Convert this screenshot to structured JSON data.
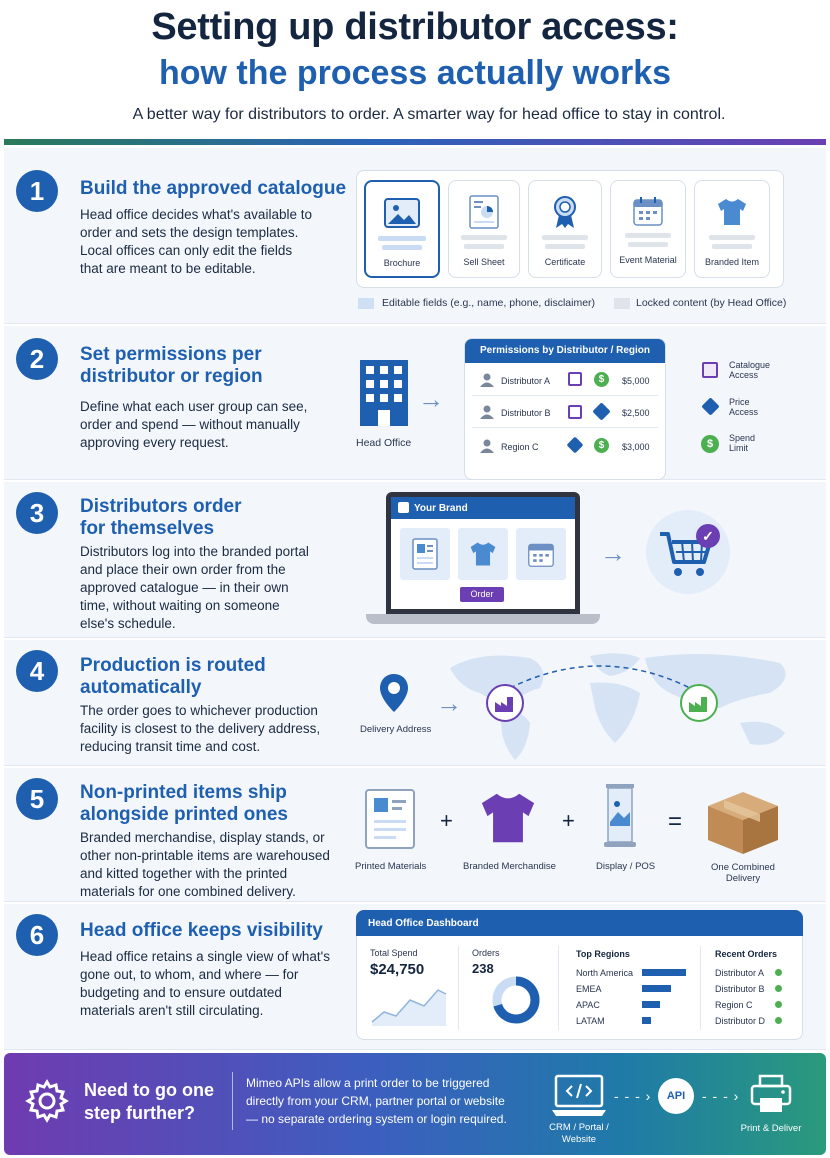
{
  "header": {
    "title": "Setting up distributor access:",
    "subtitle": "how the process actually works",
    "tagline": "A better way for distributors to order. A smarter way for head office to stay in control."
  },
  "colors": {
    "primary": "#1f5fb0",
    "navy": "#14253f",
    "purple": "#6b3fb3",
    "green": "#4caf50"
  },
  "steps": [
    {
      "number": "1",
      "title_lines": [
        "Build the approved catalogue"
      ],
      "body_lines": [
        "Head office decides what's available to",
        "order and sets the design templates.",
        "Local offices can only edit the fields",
        "that are meant to be editable."
      ],
      "items": [
        {
          "label": "Brochure",
          "icon": "image-icon"
        },
        {
          "label": "Sell Sheet",
          "icon": "chart-document-icon"
        },
        {
          "label": "Certificate",
          "icon": "award-ribbon-icon"
        },
        {
          "label": "Event Material",
          "icon": "calendar-icon"
        },
        {
          "label": "Branded Item",
          "icon": "tshirt-icon"
        }
      ],
      "legend": [
        "Editable fields (e.g., name, phone, disclaimer)",
        "Locked content (by Head Office)"
      ]
    },
    {
      "number": "2",
      "title_lines": [
        "Set permissions per",
        "distributor or region"
      ],
      "body_lines": [
        "Define what each user group can see,",
        "order and spend — without manually",
        "approving every request."
      ],
      "head_office_label": "Head Office",
      "panel_title": "Permissions by Distributor / Region",
      "rows": [
        {
          "name": "Distributor A",
          "amount": "$5,000"
        },
        {
          "name": "Distributor B",
          "amount": "$2,500"
        },
        {
          "name": "Region C",
          "amount": "$3,000"
        }
      ],
      "legend": [
        {
          "lines": [
            "Catalogue",
            "Access"
          ],
          "icon": "catalogue-icon"
        },
        {
          "lines": [
            "Price",
            "Access"
          ],
          "icon": "price-tag-icon"
        },
        {
          "lines": [
            "Spend",
            "Limit"
          ],
          "icon": "dollar-icon"
        }
      ]
    },
    {
      "number": "3",
      "title_lines": [
        "Distributors order",
        "for themselves"
      ],
      "body_lines": [
        "Distributors log into the branded portal",
        "and place their own order from the",
        "approved catalogue — in their own",
        "time, without waiting on someone",
        "else's schedule."
      ],
      "portal_brand": "Your Brand",
      "order_button": "Order"
    },
    {
      "number": "4",
      "title_lines": [
        "Production is routed",
        "automatically"
      ],
      "body_lines": [
        "The order goes to whichever production",
        "facility is closest to the delivery address,",
        "reducing transit time and cost."
      ],
      "delivery_label": "Delivery Address"
    },
    {
      "number": "5",
      "title_lines": [
        "Non-printed items ship",
        "alongside printed ones"
      ],
      "body_lines": [
        "Branded merchandise, display stands, or",
        "other non-printable items are warehoused",
        "and kitted together with the printed",
        "materials for one combined delivery."
      ],
      "items": [
        "Printed Materials",
        "Branded Merchandise",
        "Display / POS"
      ],
      "operators": [
        "+",
        "+",
        "="
      ],
      "result_lines": [
        "One Combined",
        "Delivery"
      ]
    },
    {
      "number": "6",
      "title_lines": [
        "Head office keeps visibility"
      ],
      "body_lines": [
        "Head office retains a single view of what's",
        "gone out, to whom, and where — for",
        "budgeting and to ensure outdated",
        "materials aren't still circulating."
      ],
      "dashboard": {
        "title": "Head Office Dashboard",
        "spend_label": "Total Spend",
        "spend_value": "$24,750",
        "orders_label": "Orders",
        "orders_value": "238",
        "regions_title": "Top Regions",
        "regions": [
          {
            "name": "North America",
            "share": 1.0
          },
          {
            "name": "EMEA",
            "share": 0.67
          },
          {
            "name": "APAC",
            "share": 0.4
          },
          {
            "name": "LATAM",
            "share": 0.2
          }
        ],
        "recent_title": "Recent Orders",
        "recent": [
          "Distributor A",
          "Distributor B",
          "Region C",
          "Distributor D"
        ]
      }
    }
  ],
  "footer": {
    "question_lines": [
      "Need to go one",
      "step further?"
    ],
    "text_lines": [
      "Mimeo APIs allow a print order to be triggered",
      "directly from your CRM, partner portal or website",
      "— no separate ordering system or login required."
    ],
    "source_lines": [
      "CRM / Portal /",
      "Website"
    ],
    "api_label": "API",
    "dest_label": "Print & Deliver"
  }
}
